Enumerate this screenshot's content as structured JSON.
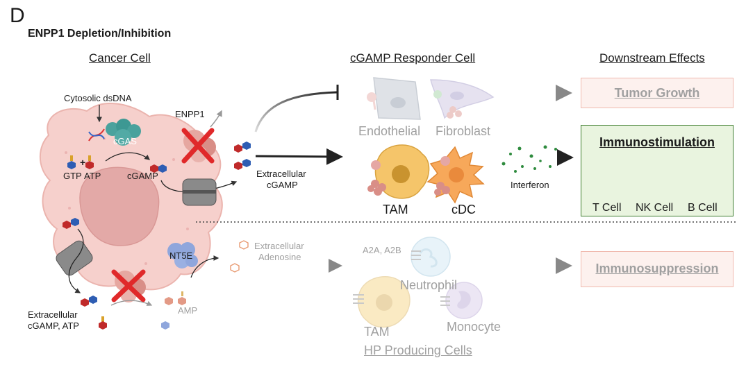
{
  "panel_letter": "D",
  "subtitle": "ENPP1 Depletion/Inhibition",
  "columns": {
    "cancer_cell": "Cancer Cell",
    "responder_cell": "cGAMP Responder Cell",
    "downstream": "Downstream Effects"
  },
  "cancer_labels": {
    "cytosolic_dsdna": "Cytosolic dsDNA",
    "cgas": "cGAS",
    "plus": "+",
    "gtp": "GTP",
    "atp": "ATP",
    "cgamp": "cGAMP",
    "enpp1": "ENPP1",
    "nt5e": "NT5E",
    "amp": "AMP",
    "extracellular_cgamp_atp": [
      "Extracellular",
      "cGAMP, ATP"
    ]
  },
  "extracellular_cgamp": [
    "Extracellular",
    "cGAMP"
  ],
  "extracellular_adenosine": [
    "Extracellular",
    "Adenosine"
  ],
  "responders": {
    "endothelial": "Endothelial",
    "fibroblast": "Fibroblast",
    "tam": "TAM",
    "cdc": "cDC",
    "interferon": "Interferon"
  },
  "hp_cells": {
    "receptors": "A2A, A2B",
    "neutrophil": "Neutrophil",
    "tam": "TAM",
    "monocyte": "Monocyte",
    "group_label": "HP Producing Cells"
  },
  "effects": {
    "tumor_growth": "Tumor Growth",
    "immunostimulation": "Immunostimulation",
    "t_cell": "T Cell",
    "nk_cell": "NK Cell",
    "b_cell": "B Cell",
    "immunosuppression": "Immunosuppression"
  },
  "colors": {
    "cancer_cell_fill": "#f6d0cc",
    "nucleus_fill": "#e3a9a7",
    "inhibition_x": "#e0292a",
    "green_box": "#e9f4df",
    "pink_box": "#fdf1ee"
  }
}
